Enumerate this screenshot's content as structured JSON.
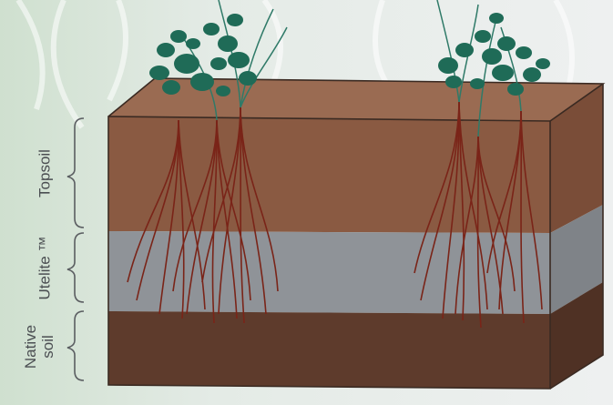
{
  "layers": {
    "topsoil": "Topsoil",
    "utelite": "Utelite ™",
    "native_line1": "Native",
    "native_line2": "soil"
  },
  "colors": {
    "topsoil": "#8a5a42",
    "topsoil_top": "#966a52",
    "utelite": "#8f9398",
    "native_soil": "#5e3b2c",
    "root": "#7a2418",
    "leaf": "#1f6b57",
    "background": "#e9ecec",
    "label": "#4b4e52"
  }
}
